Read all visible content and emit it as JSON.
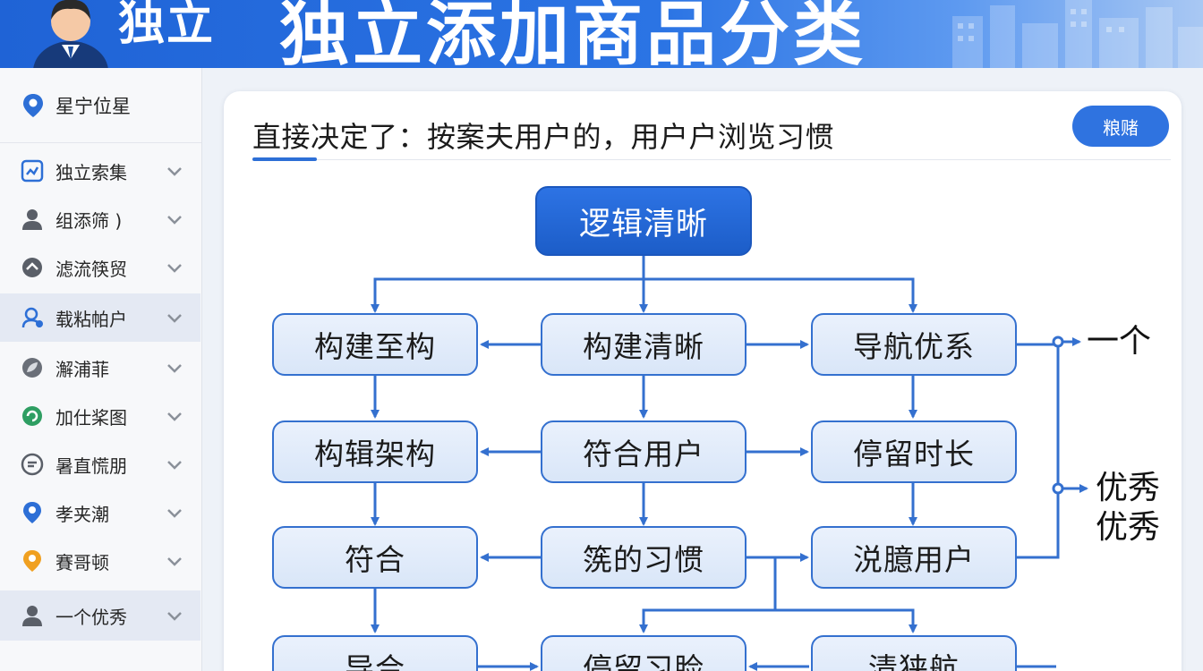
{
  "header": {
    "small_title": "独立",
    "main_title": "独立添加商品分类"
  },
  "sidebar": {
    "header_label": "星宁位星",
    "items": [
      {
        "label": "独立索集",
        "icon": "image-icon"
      },
      {
        "label": "组添筛 )",
        "icon": "person-icon"
      },
      {
        "label": "滤流筷贸",
        "icon": "share-icon"
      },
      {
        "label": "载粘帕户",
        "icon": "user-group-icon",
        "active": true
      },
      {
        "label": "澥浦菲",
        "icon": "leaf-icon"
      },
      {
        "label": "加仕桨图",
        "icon": "refresh-icon"
      },
      {
        "label": "暑直慌朋",
        "icon": "chat-icon"
      },
      {
        "label": "孝夹潮",
        "icon": "pin-icon"
      },
      {
        "label": "賽哥顿",
        "icon": "location-icon"
      },
      {
        "label": "一个优秀",
        "icon": "person-icon",
        "active": true
      }
    ]
  },
  "card": {
    "title": "直接决定了：按案夫用户的，用户户浏览习惯",
    "pill_label": "粮赌"
  },
  "diagram": {
    "top": "逻辑清晰",
    "nodes": {
      "r1c1": "构建至构",
      "r1c2": "构建清晰",
      "r1c3": "导航优系",
      "r2c1": "构辑架构",
      "r2c2": "符合用户",
      "r2c3": "停留时长",
      "r3c1": "符合",
      "r3c2": "箲的习惯",
      "r3c3": "涚臆用户",
      "r4c1": "导合",
      "r4c2": "停留习脸",
      "r4c3": "清狭航"
    },
    "right_labels": {
      "upper": "一个",
      "lower_1": "优秀",
      "lower_2": "优秀"
    }
  },
  "colors": {
    "accent": "#2d6fd6",
    "node_fill": "#dde8f8",
    "node_border": "#3470cf",
    "sidebar_active": "#e4e9f3"
  }
}
